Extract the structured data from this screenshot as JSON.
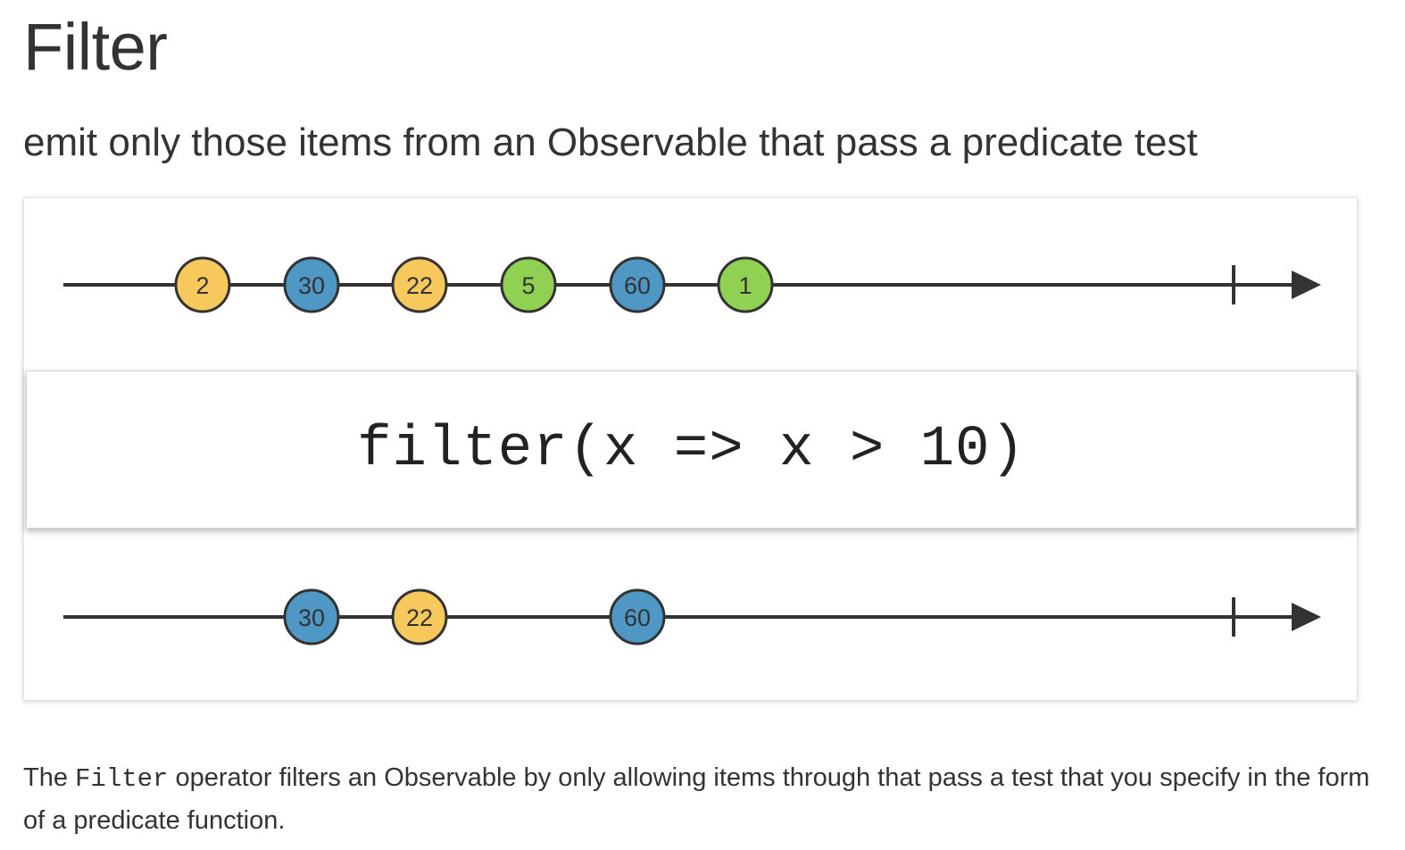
{
  "page": {
    "title": "Filter",
    "subtitle": "emit only those items from an Observable that pass a predicate test"
  },
  "diagram": {
    "operator_label": "filter(x => x > 10)",
    "colors": {
      "yellow": "#f7c85b",
      "blue": "#4f98c6",
      "green": "#90d153",
      "outline": "#333333",
      "line": "#333333"
    },
    "input_marbles": [
      {
        "label": "2",
        "color": "yellow"
      },
      {
        "label": "30",
        "color": "blue"
      },
      {
        "label": "22",
        "color": "yellow"
      },
      {
        "label": "5",
        "color": "green"
      },
      {
        "label": "60",
        "color": "blue"
      },
      {
        "label": "1",
        "color": "green"
      }
    ],
    "output_marbles": [
      {
        "label": "30",
        "color": "blue"
      },
      {
        "label": "22",
        "color": "yellow"
      },
      {
        "label": "60",
        "color": "blue"
      }
    ]
  },
  "description": {
    "prefix": "The ",
    "code": "Filter",
    "suffix": " operator filters an Observable by only allowing items through that pass a test that you specify in the form of a predicate function."
  }
}
